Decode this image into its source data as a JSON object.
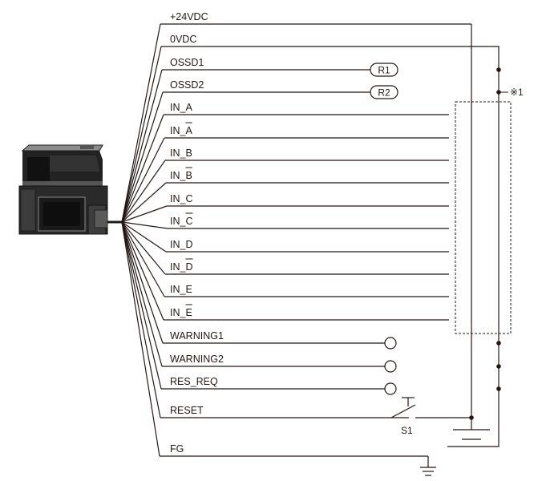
{
  "terminals": [
    {
      "label": "+24VDC"
    },
    {
      "label": "0VDC"
    },
    {
      "label": "OSSD1"
    },
    {
      "label": "OSSD2"
    },
    {
      "label": "IN_A"
    },
    {
      "label": "IN_A",
      "overline": "A"
    },
    {
      "label": "IN_B"
    },
    {
      "label": "IN_B",
      "overline": "B"
    },
    {
      "label": "IN_C"
    },
    {
      "label": "IN_C",
      "overline": "C"
    },
    {
      "label": "IN_D"
    },
    {
      "label": "IN_D",
      "overline": "D"
    },
    {
      "label": "IN_E"
    },
    {
      "label": "IN_E",
      "overline": "E"
    },
    {
      "label": "WARNING1"
    },
    {
      "label": "WARNING2"
    },
    {
      "label": "RES_REQ"
    },
    {
      "label": "RESET"
    },
    {
      "label": "FG"
    }
  ],
  "components": {
    "relay1": "R1",
    "relay2": "R2",
    "switch": "S1",
    "note": "※1"
  },
  "colors": {
    "line": "#231815",
    "sensor_body": "#1f1f1f",
    "sensor_detail": "#8a8a8a"
  }
}
